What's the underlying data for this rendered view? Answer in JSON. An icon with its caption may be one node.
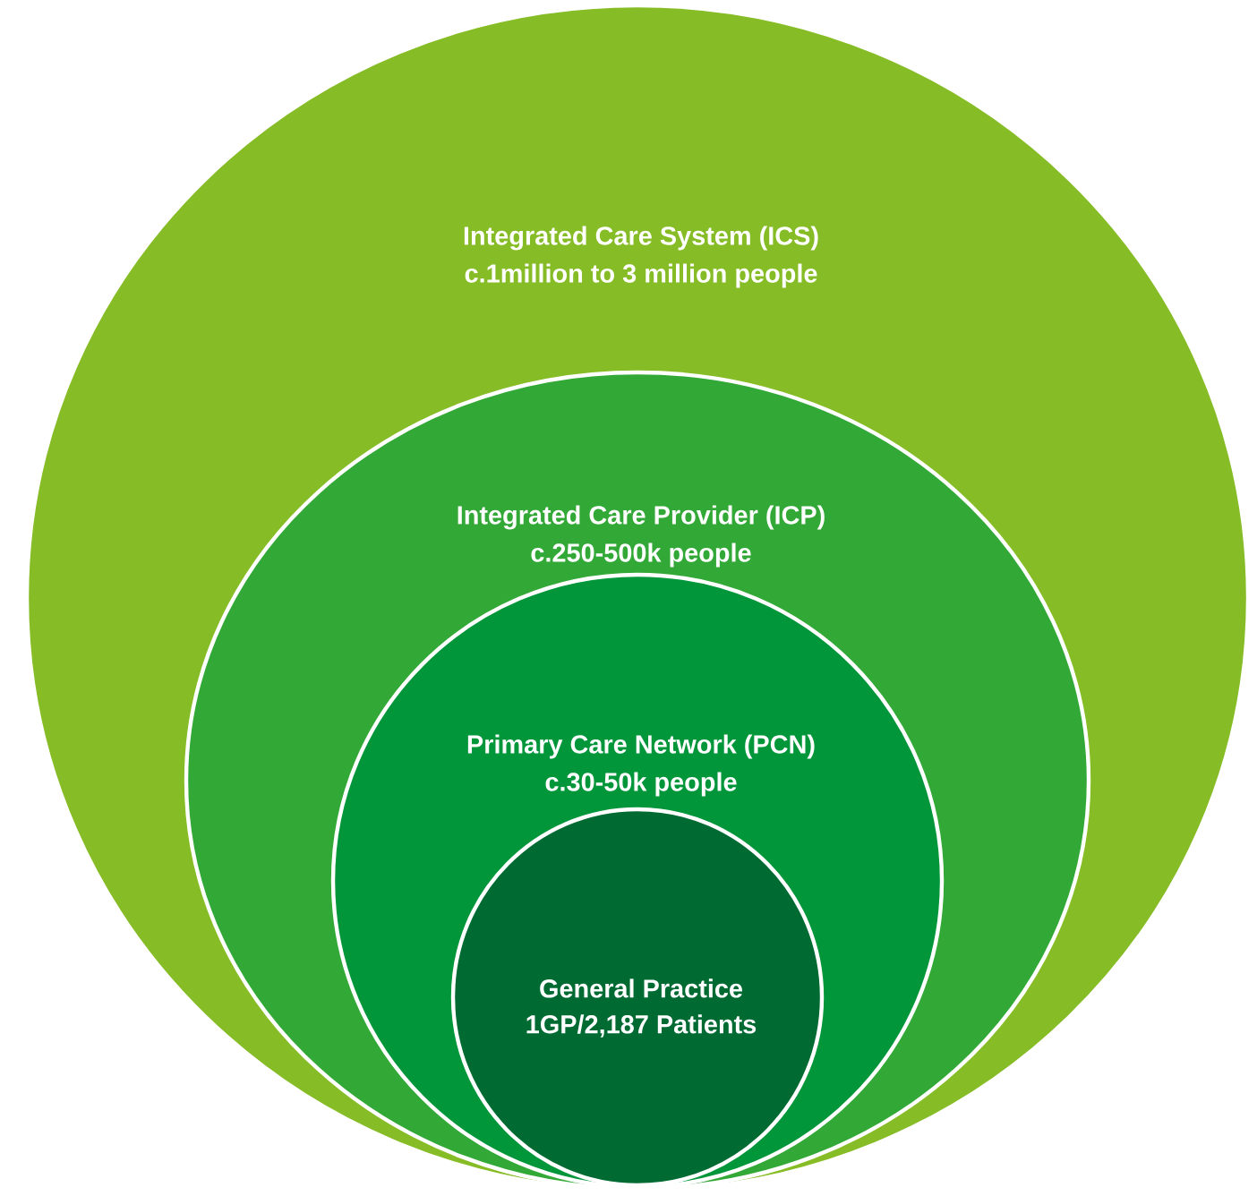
{
  "diagram": {
    "nodes": [
      {
        "text": [
          "Integrated Care System (ICS)",
          "c.1million to 3 million people"
        ]
      },
      {
        "text": [
          "Integrated Care Provider (ICP)",
          "c.250-500k people"
        ],
        "in": 0
      },
      {
        "text": [
          "Primary Care Network (PCN)",
          "c.30-50k people"
        ],
        "in": 1
      },
      {
        "text": [
          "General Practice",
          "1GP/2,187 Patients"
        ],
        "in": 2
      }
    ]
  }
}
